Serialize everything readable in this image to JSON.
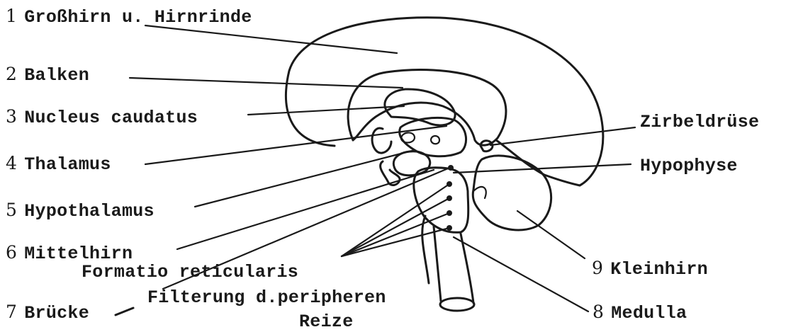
{
  "labels": {
    "grosshirn": {
      "num": "1",
      "text": "Großhirn u. Hirnrinde"
    },
    "balken": {
      "num": "2",
      "text": "Balken"
    },
    "nucleus": {
      "num": "3",
      "text": "Nucleus caudatus"
    },
    "thalamus": {
      "num": "4",
      "text": "Thalamus"
    },
    "hypothalamus": {
      "num": "5",
      "text": "Hypothalamus"
    },
    "mittelhirn": {
      "num": "6",
      "text": "Mittelhirn"
    },
    "bruecke": {
      "num": "7",
      "text": "Brücke"
    },
    "medulla": {
      "num": "8",
      "text": "Medulla"
    },
    "kleinhirn": {
      "num": "9",
      "text": "Kleinhirn"
    },
    "zirbeldruese": {
      "text": "Zirbeldrüse"
    },
    "hypophyse": {
      "text": "Hypophyse"
    },
    "formatio": {
      "text": "Formatio reticularis"
    },
    "filterung": {
      "text": "Filterung d.peripheren"
    },
    "reize": {
      "text": "Reize"
    }
  }
}
